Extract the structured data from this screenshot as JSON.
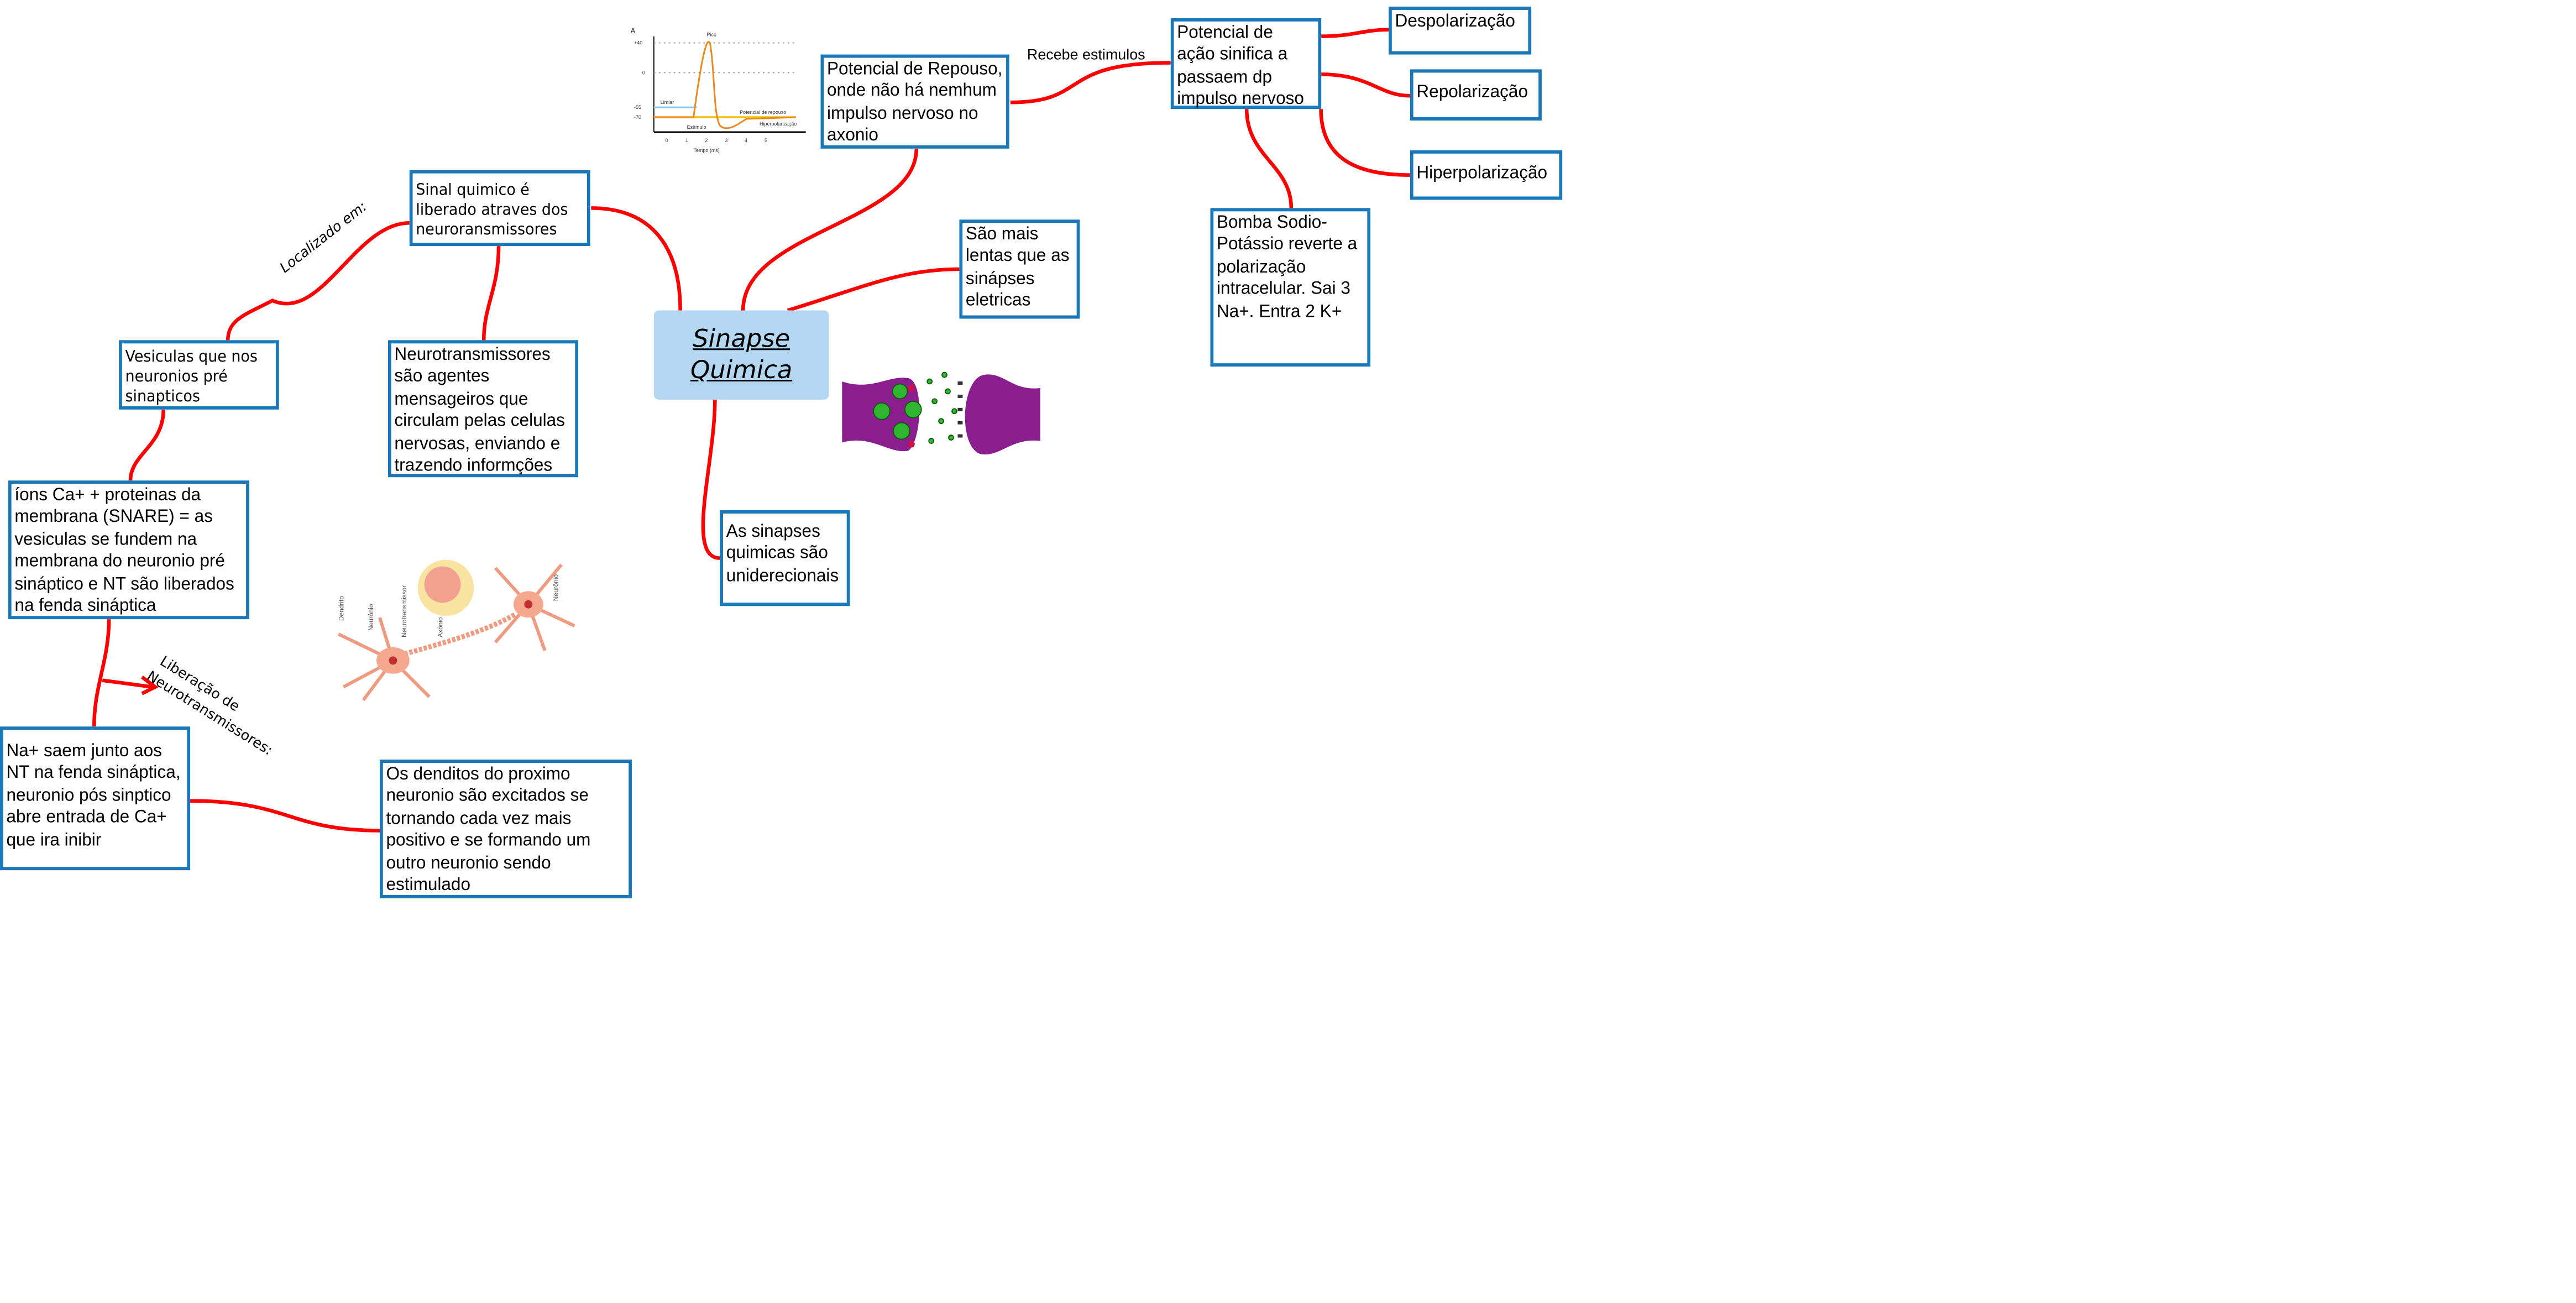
{
  "central": {
    "line1": "Sinapse",
    "line2": "Quimica",
    "color": "#b3d7f0"
  },
  "edge_color": "#ff0000",
  "border_color": "#1a78b8",
  "nodes": {
    "repouso": "Potencial de Repouso, onde não há nemhum impulso nervoso no axonio",
    "acao": "Potencial de ação sinifica a passaem dp impulso nervoso",
    "despol": "Despolarização",
    "repol": "Repolarização",
    "hiperpol": "Hiperpolarização",
    "bomba": "Bomba Sodio-Potássio reverte a polarização intracelular. Sai 3 Na+. Entra 2 K+",
    "lentas": "São mais lentas que as sinápses eletricas",
    "unidirecionais": "As sinapses quimicas são uniderecionais",
    "sinal": "Sinal quimico é liberado atraves dos neuroransmissores",
    "vesiculas": "Vesiculas que nos neuronios pré sinapticos",
    "neurotrans": "Neurotransmissores são agentes mensageiros que circulam pelas celulas nervosas, enviando e trazendo informções",
    "ions": "íons Ca+ + proteinas da membrana  (SNARE) = as vesiculas se fundem na membrana do neuronio pré sináptico e NT são liberados na fenda sináptica",
    "na": "Na+ saem junto aos NT na fenda sináptica, neuronio pós sinptico abre entrada de Ca+ que ira inibir",
    "denditos": "Os denditos do proximo neuronio são excitados se tornando cada vez mais positivo e se formando um outro neuronio sendo estimulado"
  },
  "edge_labels": {
    "recebe": "Recebe estimulos",
    "localizado": "Localizado em:",
    "liberacao1": "Liberação de",
    "liberacao2": "Neurotransmissores:"
  },
  "action_potential_chart": {
    "panel": "A",
    "y_ticks": [
      "+40",
      "0",
      "-55",
      "-70"
    ],
    "x_ticks": [
      "0",
      "1",
      "2",
      "3",
      "4",
      "5"
    ],
    "xlabel": "Tempo (ms)",
    "labels": {
      "pico": "Pico",
      "limiar": "Limiar",
      "estimulo": "Estímulo",
      "repouso": "Potencial de repouso",
      "hiper": "Hiperpolarização"
    }
  },
  "neuron_image": {
    "labels": [
      "Dendrito",
      "Neurônio",
      "Neurotransmissor",
      "Axônio",
      "Neurônio"
    ]
  }
}
